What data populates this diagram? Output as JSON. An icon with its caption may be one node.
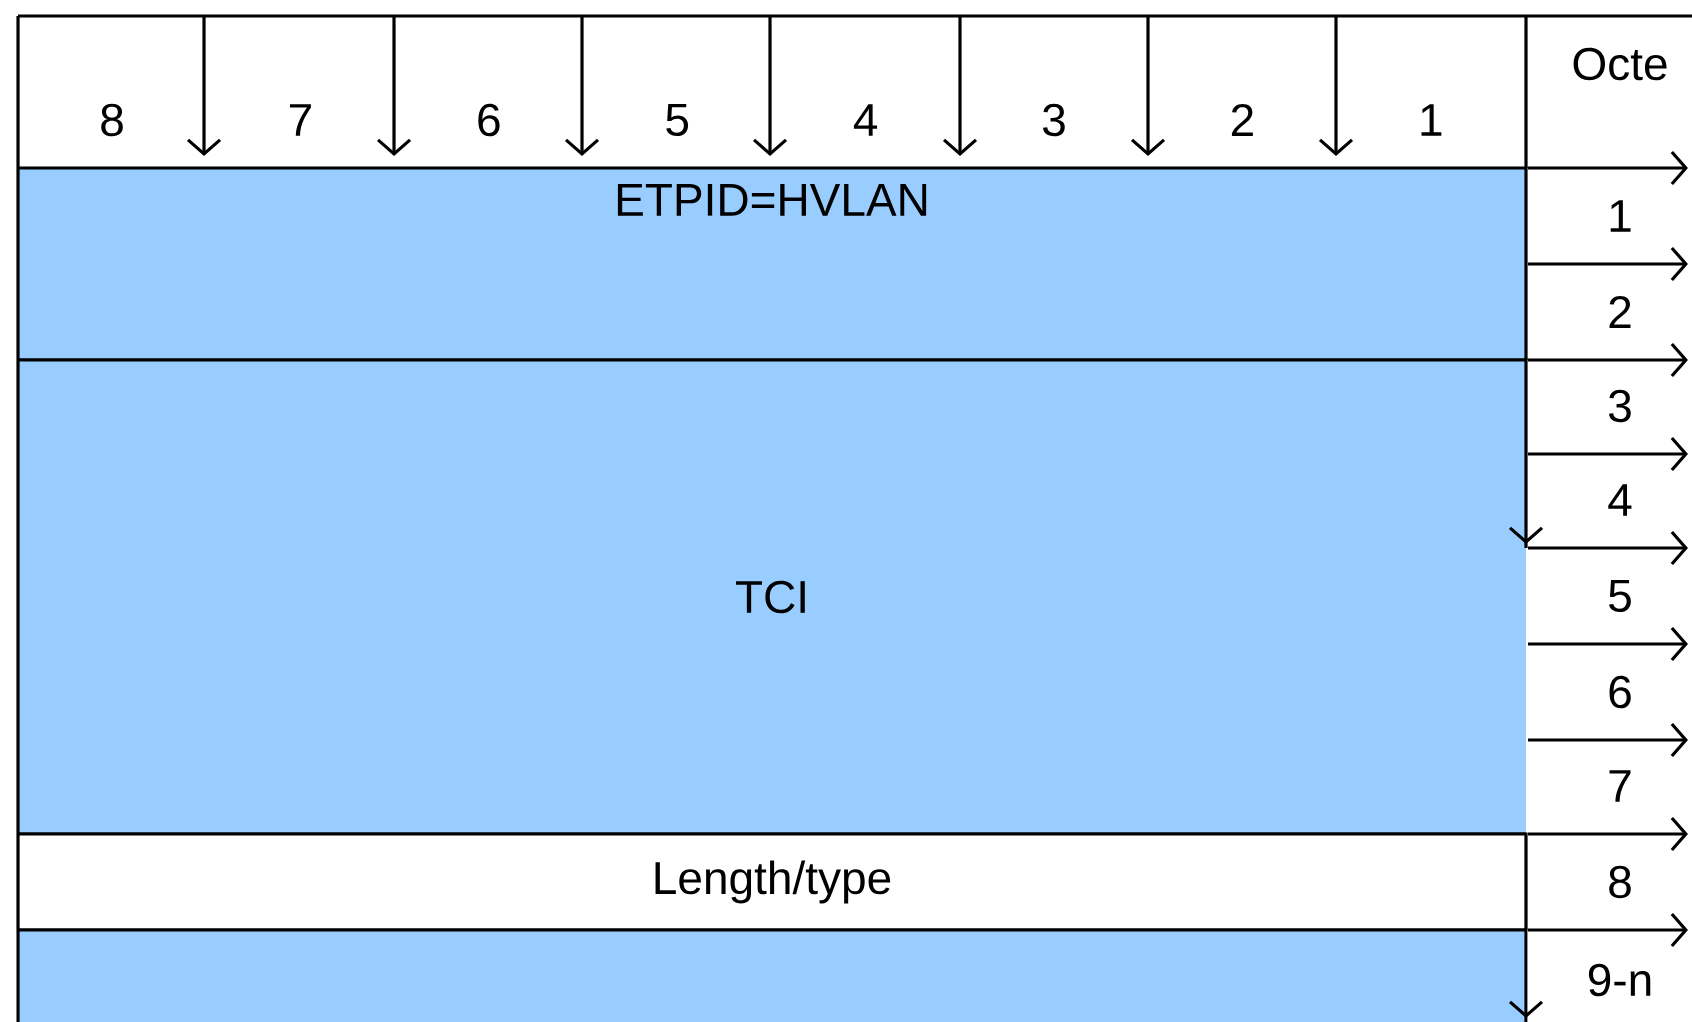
{
  "diagram": {
    "nodes": [
      {
        "text": [
          "ETPID=HVLAN"
        ]
      },
      {
        "text": [
          "TCI"
        ]
      },
      {
        "text": [
          "Length/type"
        ]
      },
      {
        "text": [],
        "shape": "box"
      }
    ],
    "labels": [
      "8",
      "7",
      "6",
      "5",
      "4",
      "3",
      "2",
      "1",
      "Octe",
      "1",
      "2",
      "3",
      "4",
      "5",
      "6",
      "7",
      "8",
      "9-n"
    ]
  }
}
